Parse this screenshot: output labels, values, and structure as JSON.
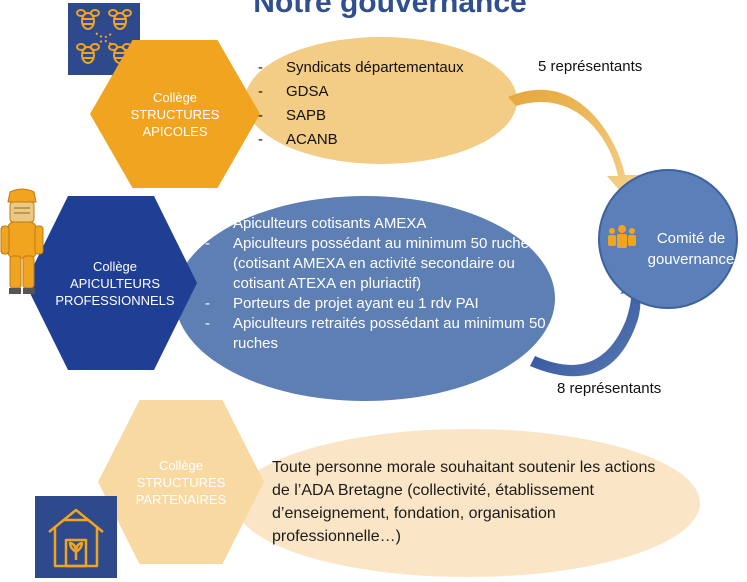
{
  "title": "Notre gouvernance",
  "colors": {
    "orange": "#f0a41f",
    "light_orange": "#f3cc85",
    "navy": "#1f3f95",
    "steel_blue": "#5e7fb3",
    "peach": "#f9d9a2",
    "pale_peach": "#fae6c6"
  },
  "structures_apicoles": {
    "icon": "bees-icon",
    "hex_label": [
      "Collège",
      "STRUCTURES",
      "APICOLES"
    ],
    "items": [
      "Syndicats départementaux",
      "GDSA",
      "SAPB",
      "ACANB"
    ],
    "representants": "5 représentants"
  },
  "apiculteurs": {
    "icon": "beekeeper-icon",
    "hex_label": [
      "Collège",
      "APICULTEURS",
      "PROFESSIONNELS"
    ],
    "items": [
      "Apiculteurs cotisants AMEXA",
      "Apiculteurs possédant au minimum 50 ruches (cotisant AMEXA en activité secondaire ou cotisant ATEXA en pluriactif)",
      "Porteurs de projet ayant eu 1 rdv PAI",
      "Apiculteurs retraités possédant au minimum 50 ruches"
    ],
    "representants": "8 représentants"
  },
  "partenaires": {
    "icon": "greenhouse-icon",
    "hex_label": [
      "Collège",
      "STRUCTURES",
      "PARTENAIRES"
    ],
    "text": "Toute personne morale souhaitant soutenir les actions de l’ADA Bretagne (collectivité, établissement d’enseignement, fondation, organisation professionnelle…)"
  },
  "comite": {
    "icon": "people-icon",
    "label": "Comité de gouvernance"
  }
}
